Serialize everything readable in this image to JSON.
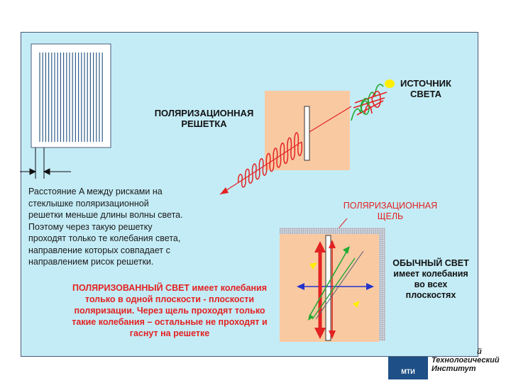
{
  "labels": {
    "source": [
      "ИСТОЧНИК",
      "СВЕТА"
    ],
    "grating": [
      "ПОЛЯРИЗАЦИОННАЯ",
      "РЕШЕТКА"
    ],
    "slit": [
      "ПОЛЯРИЗАЦИОННАЯ",
      "ЩЕЛЬ"
    ],
    "ordinary": [
      "ОБЫЧНЫЙ СВЕТ",
      "имеет колебания",
      "во всех",
      "плоскостях"
    ]
  },
  "description": [
    "Расстояние A между рисками на",
    "стеклышке поляризационной",
    "решетки меньше длины волны света.",
    "Поэтому через такую решетку",
    "проходят только те колебания света,",
    "направление которых совпадает с",
    "направлением рисок решетки."
  ],
  "polarized": [
    "ПОЛЯРИЗОВАННЫЙ СВЕТ имеет колебания",
    "только в одной плоскости - плоскости",
    "поляризации. Через щель проходят только",
    "такие колебания – остальные не проходят и",
    "гаснут на решетке"
  ],
  "logo": {
    "box_text": "МТИ",
    "lines": [
      "й",
      "Технологический",
      "Институт"
    ]
  },
  "colors": {
    "slide_bg": "#c4ecf6",
    "panel": "#f9c9a2",
    "red": "#e32222",
    "blue": "#2233cc",
    "green": "#22aa33",
    "yellow": "#ffee00"
  }
}
